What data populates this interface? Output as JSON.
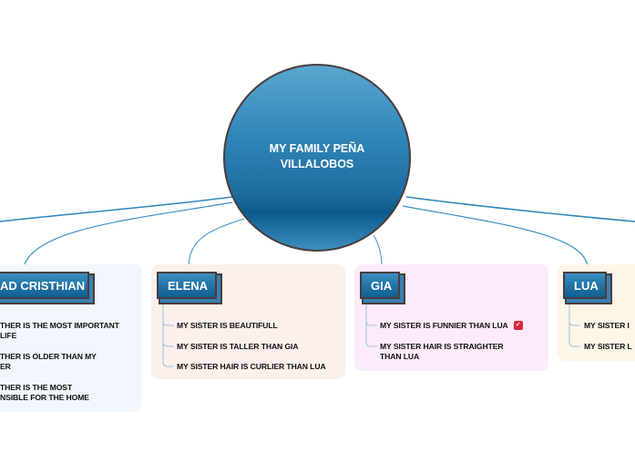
{
  "central": {
    "title": "MY FAMILY PEÑA VILLALOBOS"
  },
  "colors": {
    "central_fill": "#2a7eb3",
    "topic_fill": "#2474a8",
    "connector": "#2f86bd",
    "panel_dad": "#f1f7fd",
    "panel_elena": "#fcf0ea",
    "panel_gia": "#fdebfb",
    "panel_lua": "#fdf6e7"
  },
  "topics": [
    {
      "label": "AD CRISTHIAN",
      "items": [
        "THER IS THE MOST IMPORTANT LIFE",
        "THER IS OLDER THAN MY ER",
        "THER  IS THE MOST NSIBLE FOR THE HOME"
      ]
    },
    {
      "label": "ELENA",
      "items": [
        "MY SISTER IS BEAUTIFULL",
        "MY SISTER IS TALLER THAN GIA",
        "MY SISTER HAIR IS CURLIER THAN LUA"
      ]
    },
    {
      "label": "GIA",
      "items": [
        "MY SISTER IS FUNNIER THAN LUA",
        "MY SISTER  HAIR IS STRAIGHTER THAN LUA"
      ],
      "item_icon": "flag-icon"
    },
    {
      "label": "LUA",
      "items": [
        "MY SISTER I",
        "MY SISTER L"
      ]
    }
  ]
}
